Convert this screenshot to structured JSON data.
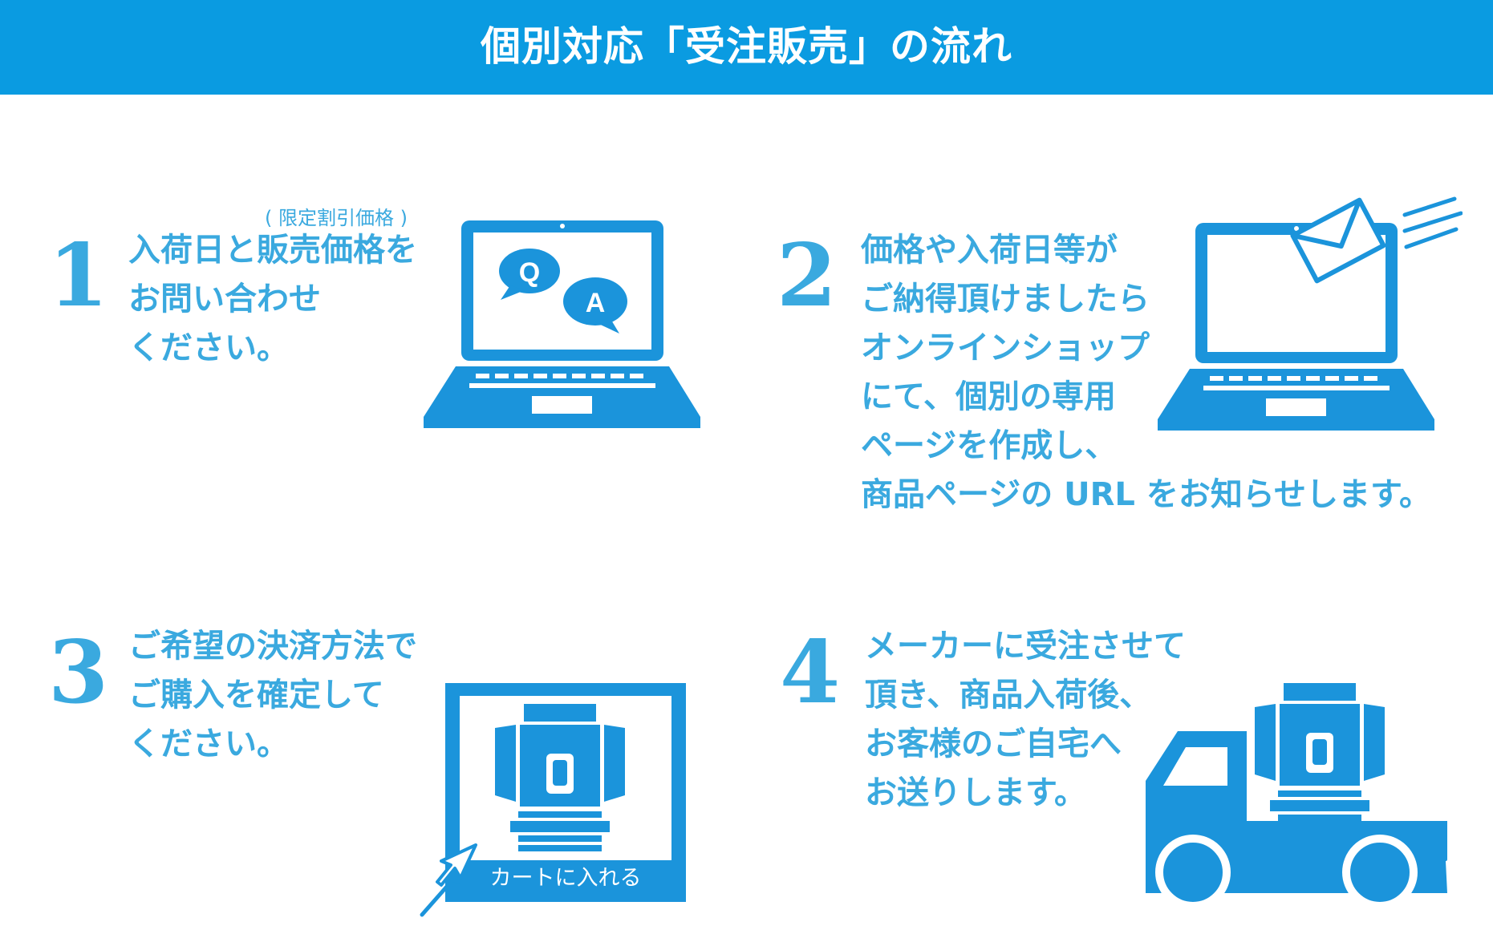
{
  "header": {
    "title": "個別対応「受注販売」の流れ"
  },
  "steps": [
    {
      "number": "1",
      "note": "( 限定割引価格 )",
      "lines": [
        "入荷日と販売価格を",
        "お問い合わせ",
        "ください。"
      ],
      "bubbles": [
        "Q",
        "A"
      ]
    },
    {
      "number": "2",
      "lines": [
        "価格や入荷日等が",
        "ご納得頂けましたら",
        "オンラインショップ",
        "にて、個別の専用",
        "ページを作成し、",
        "商品ページの URL をお知らせします。"
      ]
    },
    {
      "number": "3",
      "lines": [
        "ご希望の決済方法で",
        "ご購入を確定して",
        "ください。"
      ],
      "cart_label": "カートに入れる"
    },
    {
      "number": "4",
      "lines": [
        "メーカーに受注させて",
        "頂き、商品入荷後、",
        "お客様のご自宅へ",
        "お送りします。"
      ]
    }
  ],
  "colors": {
    "banner": "#0a9be1",
    "accent": "#3aa9df",
    "icon": "#1b94db"
  }
}
